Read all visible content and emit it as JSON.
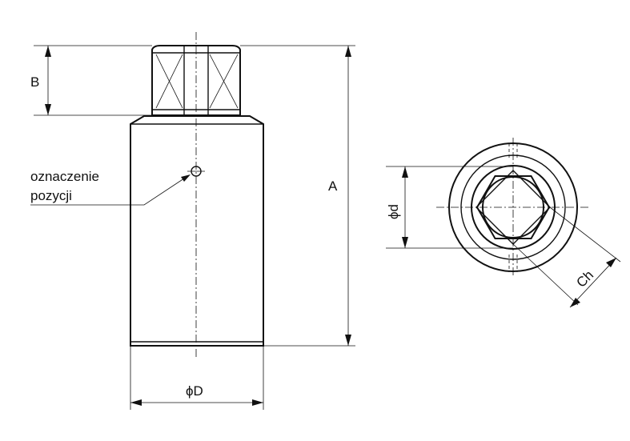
{
  "labels": {
    "dim_b": "B",
    "dim_a": "A",
    "dim_phi_D": "ϕD",
    "dim_phi_d": "ϕd",
    "dim_ch": "Ch",
    "marking_line1": "oznaczenie",
    "marking_line2": "pozycji"
  }
}
